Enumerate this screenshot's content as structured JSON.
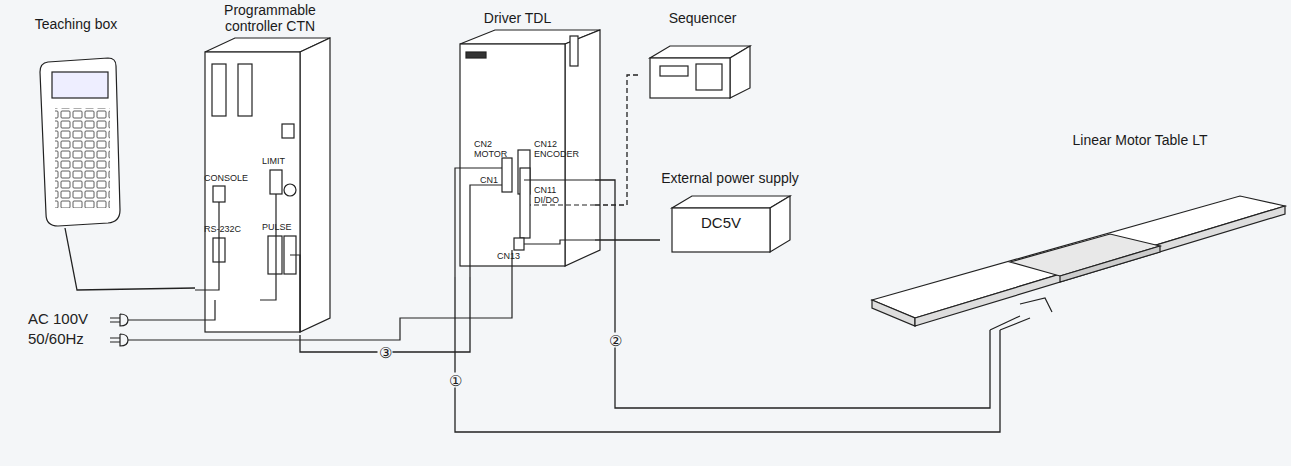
{
  "diagram": {
    "nodes": [
      {
        "text": [
          "Teaching box"
        ]
      },
      {
        "text": [
          "Programmable controller CTN"
        ]
      },
      {
        "text": [
          "Driver TDL"
        ]
      },
      {
        "text": [
          "Sequencer"
        ]
      },
      {
        "text": [
          "External power supply",
          "DC5V"
        ]
      },
      {
        "text": [
          "Linear Motor Table LT"
        ]
      }
    ],
    "edges": [
      {
        "from": 0,
        "to": 1,
        "arrow": "none"
      },
      {
        "from": 1,
        "to": 2,
        "label": "③",
        "arrow": "none"
      },
      {
        "from": 2,
        "to": 5,
        "label": "①",
        "arrow": "none"
      },
      {
        "from": 2,
        "to": 5,
        "label": "②",
        "arrow": "none"
      },
      {
        "from": 2,
        "to": 3,
        "arrow": "none"
      },
      {
        "from": 2,
        "to": 4,
        "arrow": "none"
      }
    ],
    "labels": [
      "CONSOLE",
      "LIMIT",
      "RS-232C",
      "PULSE",
      "CN2 MOTOR",
      "CN1",
      "CN12 ENCODER",
      "CN11 DI/DO",
      "CN13",
      "AC 100V",
      "50/60Hz"
    ]
  }
}
